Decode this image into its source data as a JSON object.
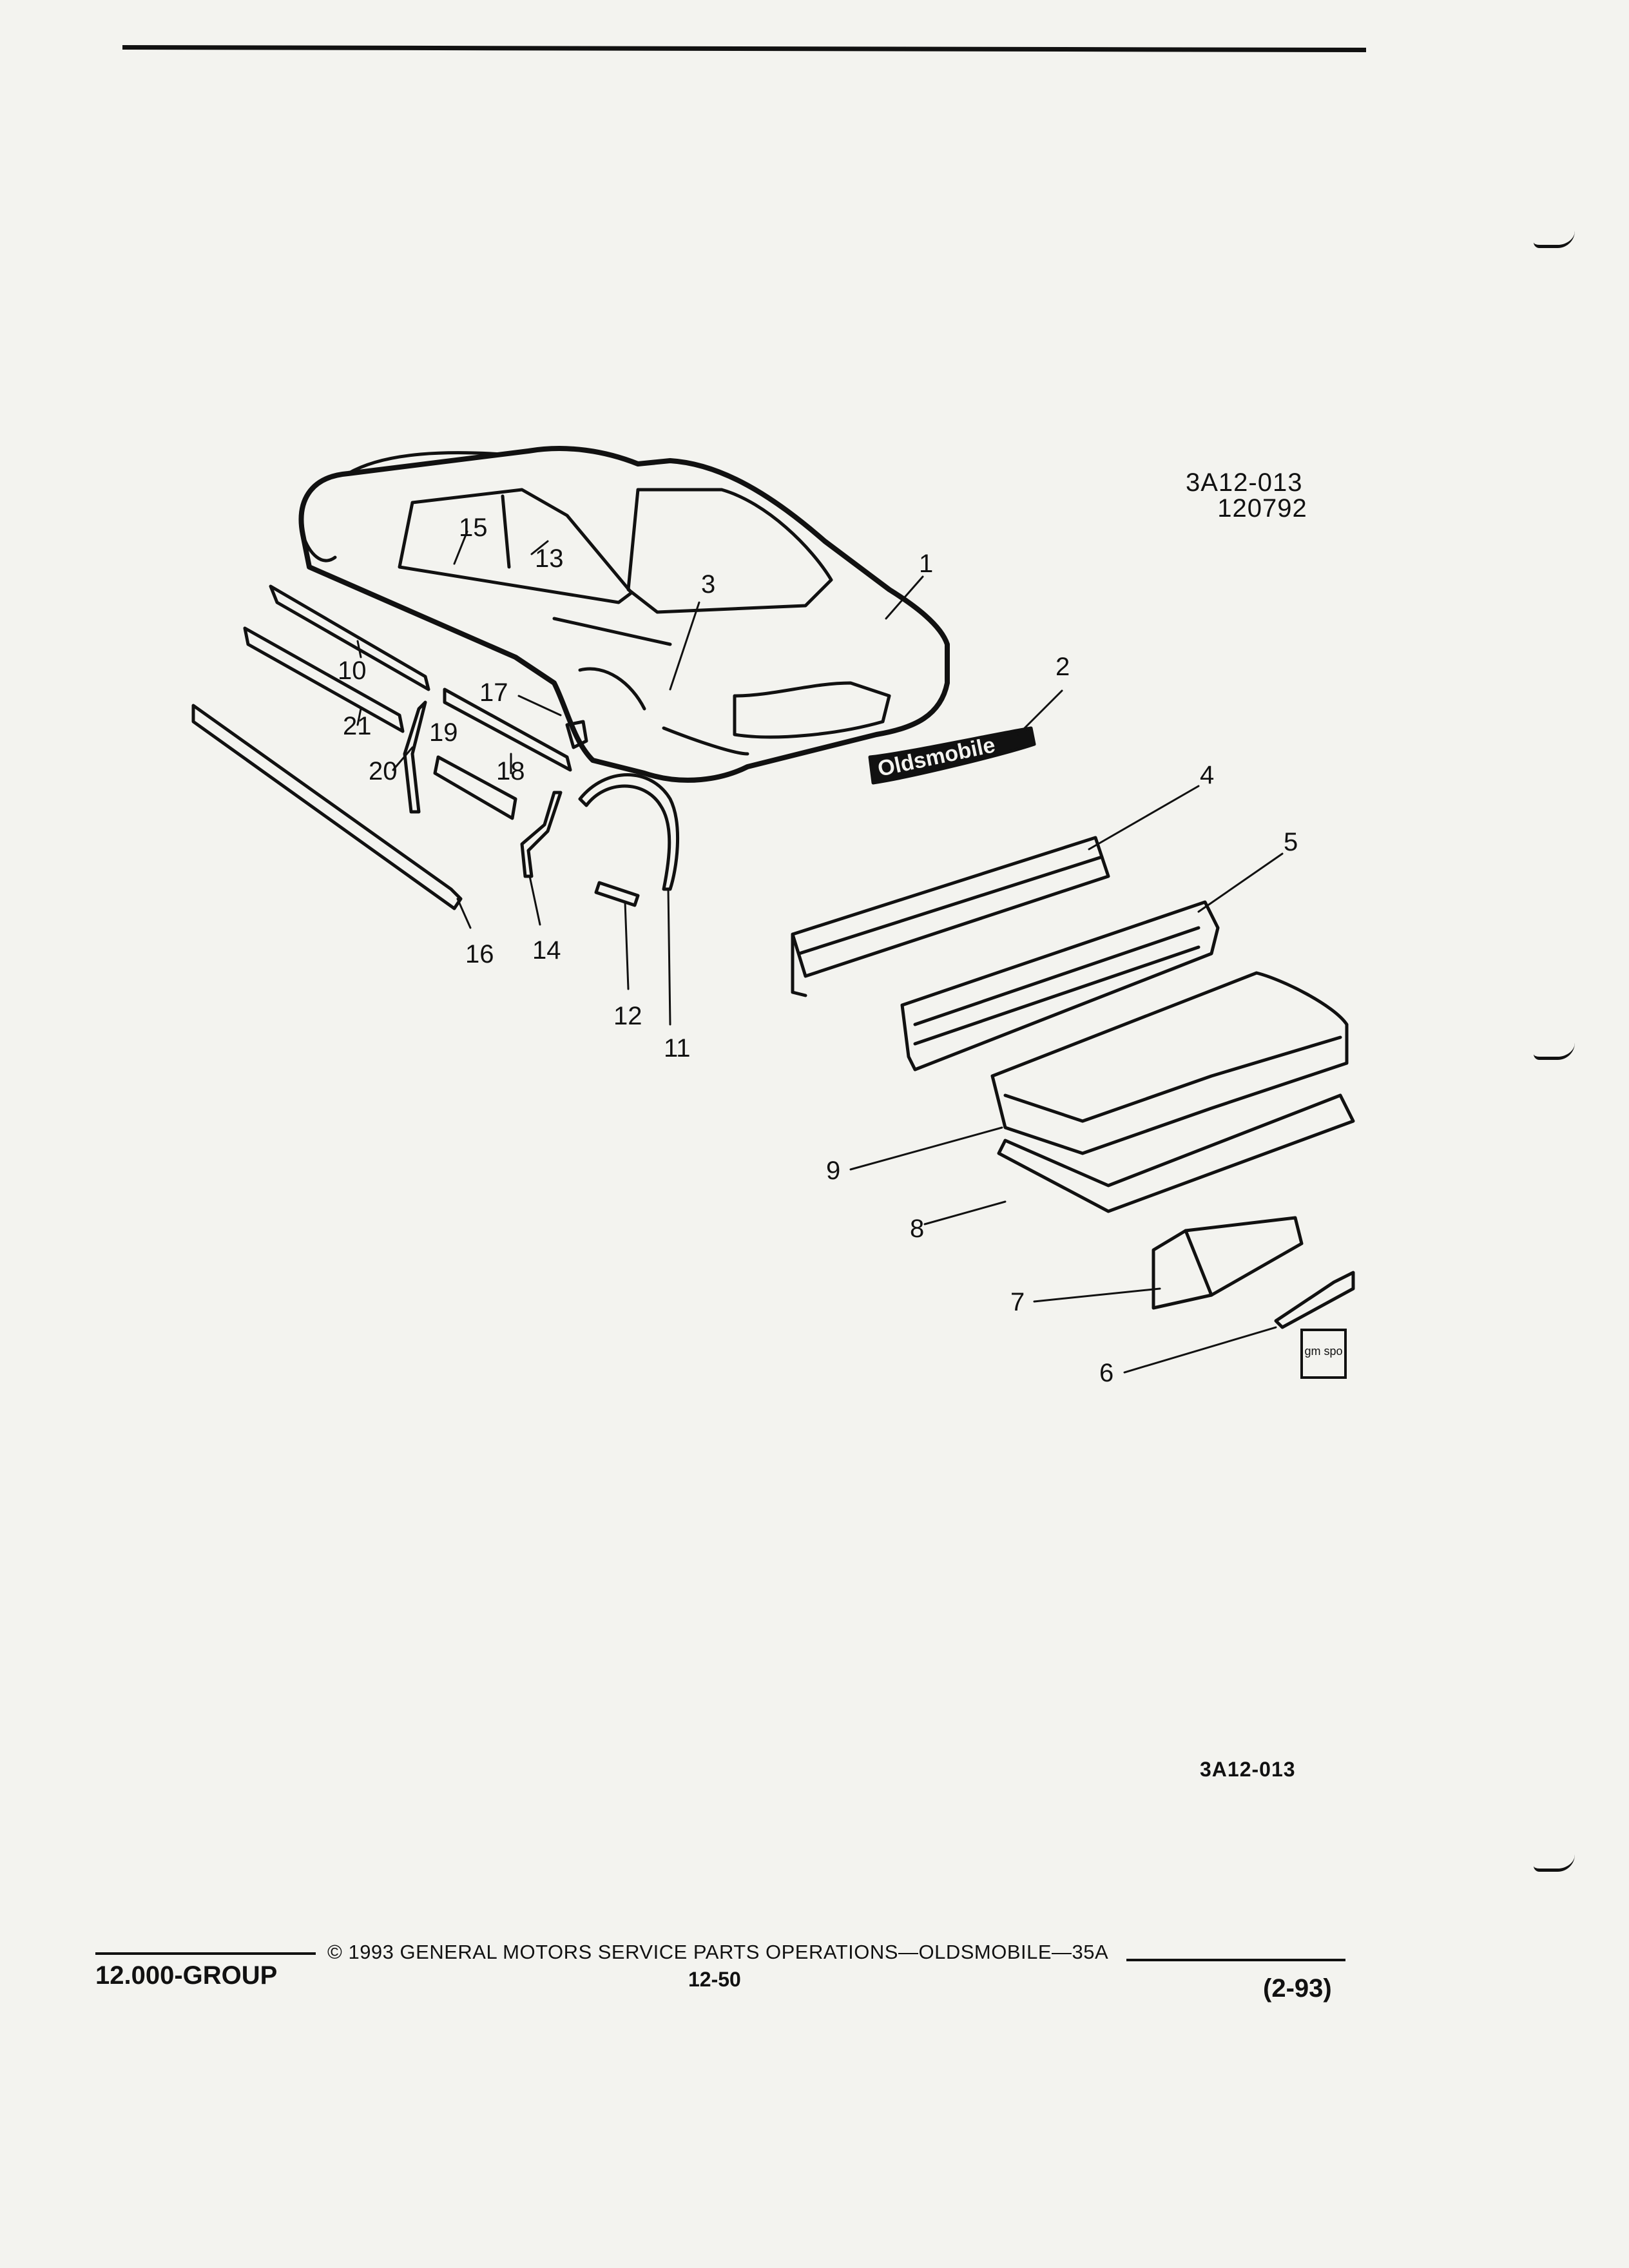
{
  "figure": {
    "code_top": "3A12-013",
    "date": "120792",
    "code_bottom": "3A12-013"
  },
  "emblem_text": "Oldsmobile",
  "gm_logo": "gm spo",
  "callouts": [
    "1",
    "2",
    "3",
    "4",
    "5",
    "6",
    "7",
    "8",
    "9",
    "10",
    "11",
    "12",
    "13",
    "14",
    "15",
    "16",
    "17",
    "18",
    "19",
    "20",
    "21"
  ],
  "footer": {
    "group": "12.000-GROUP",
    "copyright": "© 1993 GENERAL MOTORS SERVICE PARTS OPERATIONS—OLDSMOBILE—35A",
    "page": "12-50",
    "revision": "(2-93)"
  }
}
